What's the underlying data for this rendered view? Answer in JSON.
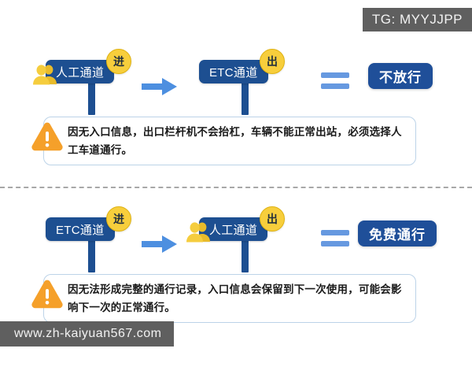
{
  "watermarks": {
    "top_right": "TG: MYYJJPP",
    "bottom_left": "www.zh-kaiyuan567.com"
  },
  "colors": {
    "sign_blue": "#1d4f91",
    "badge_yellow": "#f7ce3c",
    "arrow_blue": "#4d8fe0",
    "equals_blue": "#6699e0",
    "result_blue": "#1f4f99",
    "warn_orange": "#f5a02a",
    "note_border": "#bcd3e8",
    "watermark_bg": "#5f5f5f",
    "divider": "#a8a8a8"
  },
  "sections": [
    {
      "id": "scenario-manual-entry-etc-exit",
      "flow": {
        "entry_sign": {
          "label": "人工通道",
          "badge": "进",
          "has_person_icon": true
        },
        "arrow": "arrow-right",
        "exit_sign": {
          "label": "ETC通道",
          "badge": "出",
          "has_person_icon": false
        },
        "equals": "=",
        "result": "不放行"
      },
      "note": "因无入口信息，出口栏杆机不会抬杠，车辆不能正常出站，必须选择人工车道通行。"
    },
    {
      "id": "scenario-etc-entry-manual-exit",
      "flow": {
        "entry_sign": {
          "label": "ETC通道",
          "badge": "进",
          "has_person_icon": false
        },
        "arrow": "arrow-right",
        "exit_sign": {
          "label": "人工通道",
          "badge": "出",
          "has_person_icon": true
        },
        "equals": "=",
        "result": "免费通行"
      },
      "note": "因无法形成完整的通行记录，入口信息会保留到下一次使用，可能会影响下一次的正常通行。"
    }
  ]
}
